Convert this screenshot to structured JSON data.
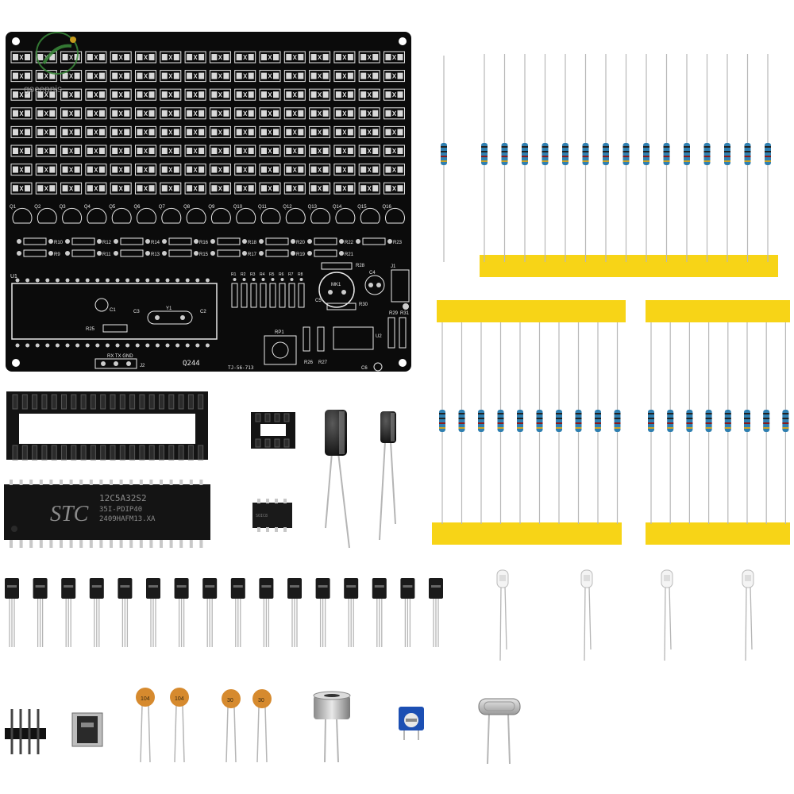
{
  "watermark": {
    "text": "gocepnis"
  },
  "pcb": {
    "transistor_labels": [
      "Q1",
      "Q2",
      "Q3",
      "Q4",
      "Q5",
      "Q6",
      "Q7",
      "Q8",
      "Q9",
      "Q10",
      "Q11",
      "Q12",
      "Q13",
      "Q14",
      "Q15",
      "Q16"
    ],
    "resistor_labels_top": [
      "R10",
      "R12",
      "R14",
      "R16",
      "R18",
      "R20",
      "R22",
      "R23"
    ],
    "resistor_labels_bottom": [
      "R9",
      "R11",
      "R13",
      "R15",
      "R17",
      "R19",
      "R21"
    ],
    "u1": "U1",
    "c1": "C1",
    "c2": "C2",
    "c3": "C3",
    "y1": "Y1",
    "r25": "R25",
    "r_array": [
      "R1",
      "R2",
      "R3",
      "R4",
      "R5",
      "R6",
      "R7",
      "R8"
    ],
    "mk1": "MK1",
    "c4": "C4",
    "c5": "C5",
    "c6": "C6",
    "r26": "R26",
    "r27": "R27",
    "r28": "R28",
    "r29": "R29",
    "r30": "R30",
    "r31": "R31",
    "j1": "J1",
    "j2": "J2",
    "u2": "U2",
    "rp1": "RP1",
    "header_pins": "RX TX GND",
    "model": "Q244",
    "board_code": "TJ-56-713"
  },
  "ic": {
    "brand": "STC",
    "line1": "12C5A32S2",
    "line2": "35I-PDIP40",
    "line3": "2409HAFM13.XA"
  },
  "caps": {
    "ceramic1": "104",
    "ceramic2": "104",
    "ceramic3": "30",
    "ceramic4": "30"
  },
  "colors": {
    "pcb": "#0b0b0b",
    "silk": "#e8e8e8",
    "pad": "#d9d9d9",
    "tape": "#f7d417",
    "resistor": "#2f7fb0",
    "pot": "#1c4fb3"
  }
}
